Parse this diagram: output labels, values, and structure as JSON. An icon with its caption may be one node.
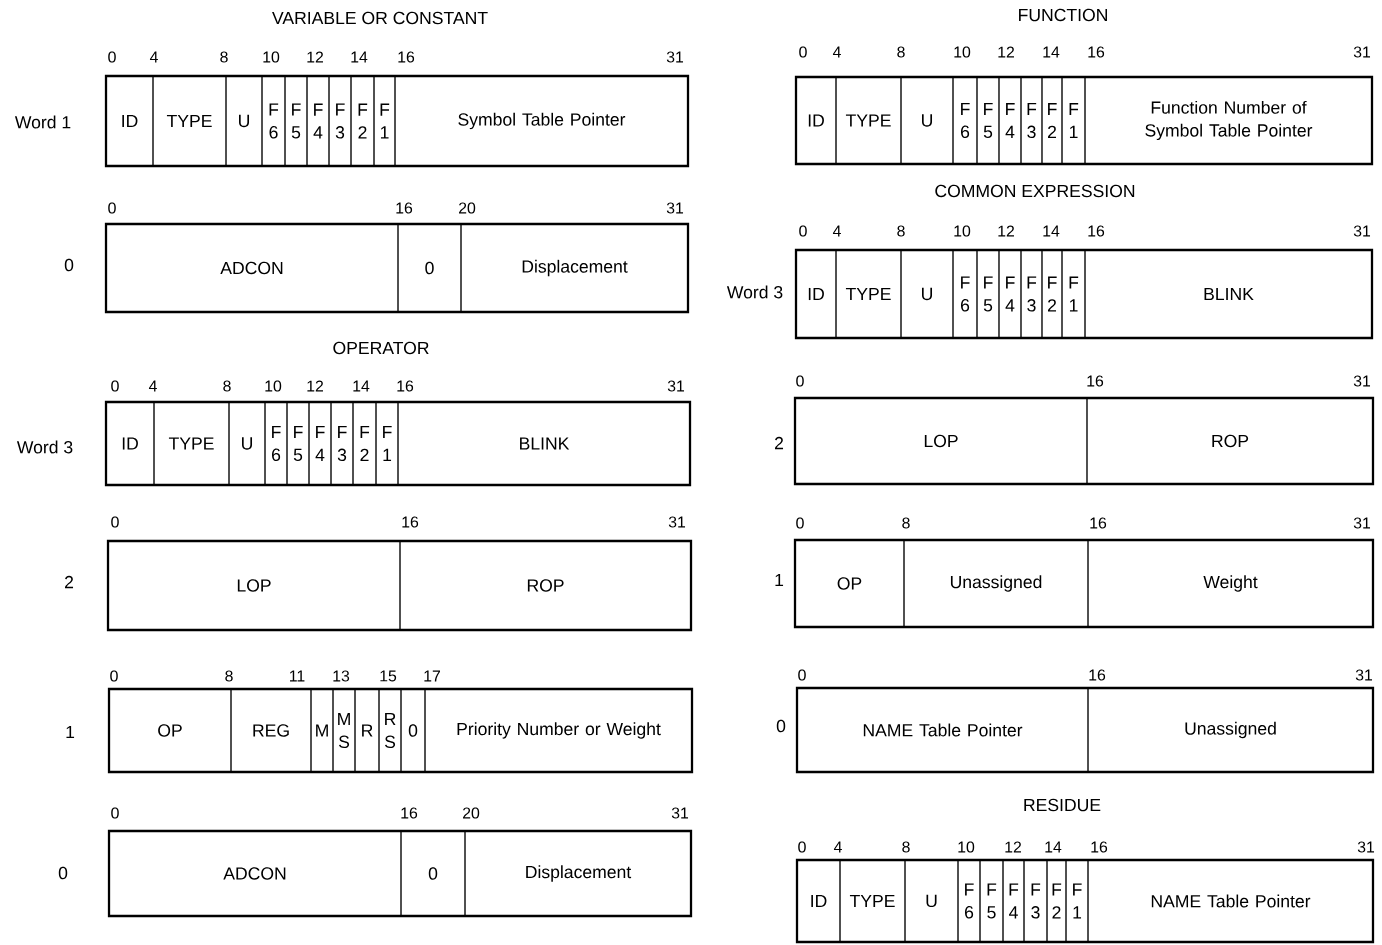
{
  "diagram": {
    "nodes": [
      {
        "text": [],
        "shape": "box"
      },
      {
        "text": [
          "ID"
        ],
        "in": 0
      },
      {
        "text": [
          "TYPE"
        ],
        "in": 0
      },
      {
        "text": [
          "U"
        ],
        "in": 0
      },
      {
        "text": [
          "F 6"
        ],
        "in": 0
      },
      {
        "text": [
          "F 5"
        ],
        "in": 0
      },
      {
        "text": [
          "F 4"
        ],
        "in": 0
      },
      {
        "text": [
          "F 3"
        ],
        "in": 0
      },
      {
        "text": [
          "F 2"
        ],
        "in": 0
      },
      {
        "text": [
          "F 1"
        ],
        "in": 0
      },
      {
        "text": [
          "Symbol Table Pointer"
        ],
        "in": 0
      },
      {
        "text": [],
        "shape": "box"
      },
      {
        "text": [
          "ADCON"
        ],
        "in": 11
      },
      {
        "text": [
          "0"
        ],
        "in": 11
      },
      {
        "text": [
          "Displacement"
        ],
        "in": 11
      },
      {
        "text": [],
        "shape": "box"
      },
      {
        "text": [
          "ID"
        ],
        "in": 15
      },
      {
        "text": [
          "TYPE"
        ],
        "in": 15
      },
      {
        "text": [
          "U"
        ],
        "in": 15
      },
      {
        "text": [
          "F 6"
        ],
        "in": 15
      },
      {
        "text": [
          "F 5"
        ],
        "in": 15
      },
      {
        "text": [
          "F 4"
        ],
        "in": 15
      },
      {
        "text": [
          "F 3"
        ],
        "in": 15
      },
      {
        "text": [
          "F 2"
        ],
        "in": 15
      },
      {
        "text": [
          "F 1"
        ],
        "in": 15
      },
      {
        "text": [
          "BLINK"
        ],
        "in": 15
      },
      {
        "text": [],
        "shape": "box"
      },
      {
        "text": [
          "LOP"
        ],
        "in": 26
      },
      {
        "text": [
          "ROP"
        ],
        "in": 26
      },
      {
        "text": [],
        "shape": "box"
      },
      {
        "text": [
          "OP"
        ],
        "in": 29
      },
      {
        "text": [
          "REG"
        ],
        "in": 29
      },
      {
        "text": [
          "M"
        ],
        "in": 29
      },
      {
        "text": [
          "M S"
        ],
        "in": 29
      },
      {
        "text": [
          "R"
        ],
        "in": 29
      },
      {
        "text": [
          "R S"
        ],
        "in": 29
      },
      {
        "text": [
          "0"
        ],
        "in": 29
      },
      {
        "text": [
          "Priority Number or Weight"
        ],
        "in": 29
      },
      {
        "text": [],
        "shape": "box"
      },
      {
        "text": [
          "ADCON"
        ],
        "in": 38
      },
      {
        "text": [
          "0"
        ],
        "in": 38
      },
      {
        "text": [
          "Displacement"
        ],
        "in": 38
      },
      {
        "text": [],
        "shape": "box"
      },
      {
        "text": [
          "ID"
        ],
        "in": 42
      },
      {
        "text": [
          "TYPE"
        ],
        "in": 42
      },
      {
        "text": [
          "U"
        ],
        "in": 42
      },
      {
        "text": [
          "F 6"
        ],
        "in": 42
      },
      {
        "text": [
          "F 5"
        ],
        "in": 42
      },
      {
        "text": [
          "F 4"
        ],
        "in": 42
      },
      {
        "text": [
          "F 3"
        ],
        "in": 42
      },
      {
        "text": [
          "F 2"
        ],
        "in": 42
      },
      {
        "text": [
          "F 1"
        ],
        "in": 42
      },
      {
        "text": [
          "Function Number of Symbol Table Pointer"
        ],
        "in": 42
      },
      {
        "text": [],
        "shape": "box"
      },
      {
        "text": [
          "ID"
        ],
        "in": 53
      },
      {
        "text": [
          "TYPE"
        ],
        "in": 53
      },
      {
        "text": [
          "U"
        ],
        "in": 53
      },
      {
        "text": [
          "F 6"
        ],
        "in": 53
      },
      {
        "text": [
          "F 5"
        ],
        "in": 53
      },
      {
        "text": [
          "F 4"
        ],
        "in": 53
      },
      {
        "text": [
          "F 3"
        ],
        "in": 53
      },
      {
        "text": [
          "F 2"
        ],
        "in": 53
      },
      {
        "text": [
          "F 1"
        ],
        "in": 53
      },
      {
        "text": [
          "BLINK"
        ],
        "in": 53
      },
      {
        "text": [],
        "shape": "box"
      },
      {
        "text": [
          "LOP"
        ],
        "in": 64
      },
      {
        "text": [
          "ROP"
        ],
        "in": 64
      },
      {
        "text": [],
        "shape": "box"
      },
      {
        "text": [
          "OP"
        ],
        "in": 67
      },
      {
        "text": [
          "Unassigned"
        ],
        "in": 67
      },
      {
        "text": [
          "Weight"
        ],
        "in": 67
      },
      {
        "text": [],
        "shape": "box"
      },
      {
        "text": [
          "NAME Table Pointer"
        ],
        "in": 71
      },
      {
        "text": [
          "Unassigned"
        ],
        "in": 71
      },
      {
        "text": [],
        "shape": "box"
      },
      {
        "text": [
          "ID"
        ],
        "in": 74
      },
      {
        "text": [
          "TYPE"
        ],
        "in": 74
      },
      {
        "text": [
          "U"
        ],
        "in": 74
      },
      {
        "text": [
          "F 6"
        ],
        "in": 74
      },
      {
        "text": [
          "F 5"
        ],
        "in": 74
      },
      {
        "text": [
          "F 4"
        ],
        "in": 74
      },
      {
        "text": [
          "F 3"
        ],
        "in": 74
      },
      {
        "text": [
          "F 2"
        ],
        "in": 74
      },
      {
        "text": [
          "F 1"
        ],
        "in": 74
      },
      {
        "text": [
          "NAME Table Pointer"
        ],
        "in": 74
      }
    ],
    "labels": [
      "VARIABLE OR CONSTANT",
      "0",
      "4",
      "8",
      "10",
      "12",
      "14",
      "16",
      "31",
      "Word 1",
      "0",
      "16",
      "20",
      "31",
      "0",
      "OPERATOR",
      "0",
      "4",
      "8",
      "10",
      "12",
      "14",
      "16",
      "31",
      "Word 3",
      "0",
      "16",
      "31",
      "2",
      "0",
      "8",
      "11",
      "13",
      "15",
      "17",
      "1",
      "0",
      "16",
      "20",
      "31",
      "0",
      "FUNCTION",
      "0",
      "4",
      "8",
      "10",
      "12",
      "14",
      "16",
      "31",
      "COMMON EXPRESSION",
      "0",
      "4",
      "8",
      "10",
      "12",
      "14",
      "16",
      "31",
      "Word 3",
      "0",
      "16",
      "31",
      "2",
      "0",
      "8",
      "16",
      "31",
      "1",
      "0",
      "16",
      "31",
      "0",
      "RESIDUE",
      "0",
      "4",
      "8",
      "10",
      "12",
      "14",
      "16",
      "31"
    ]
  }
}
